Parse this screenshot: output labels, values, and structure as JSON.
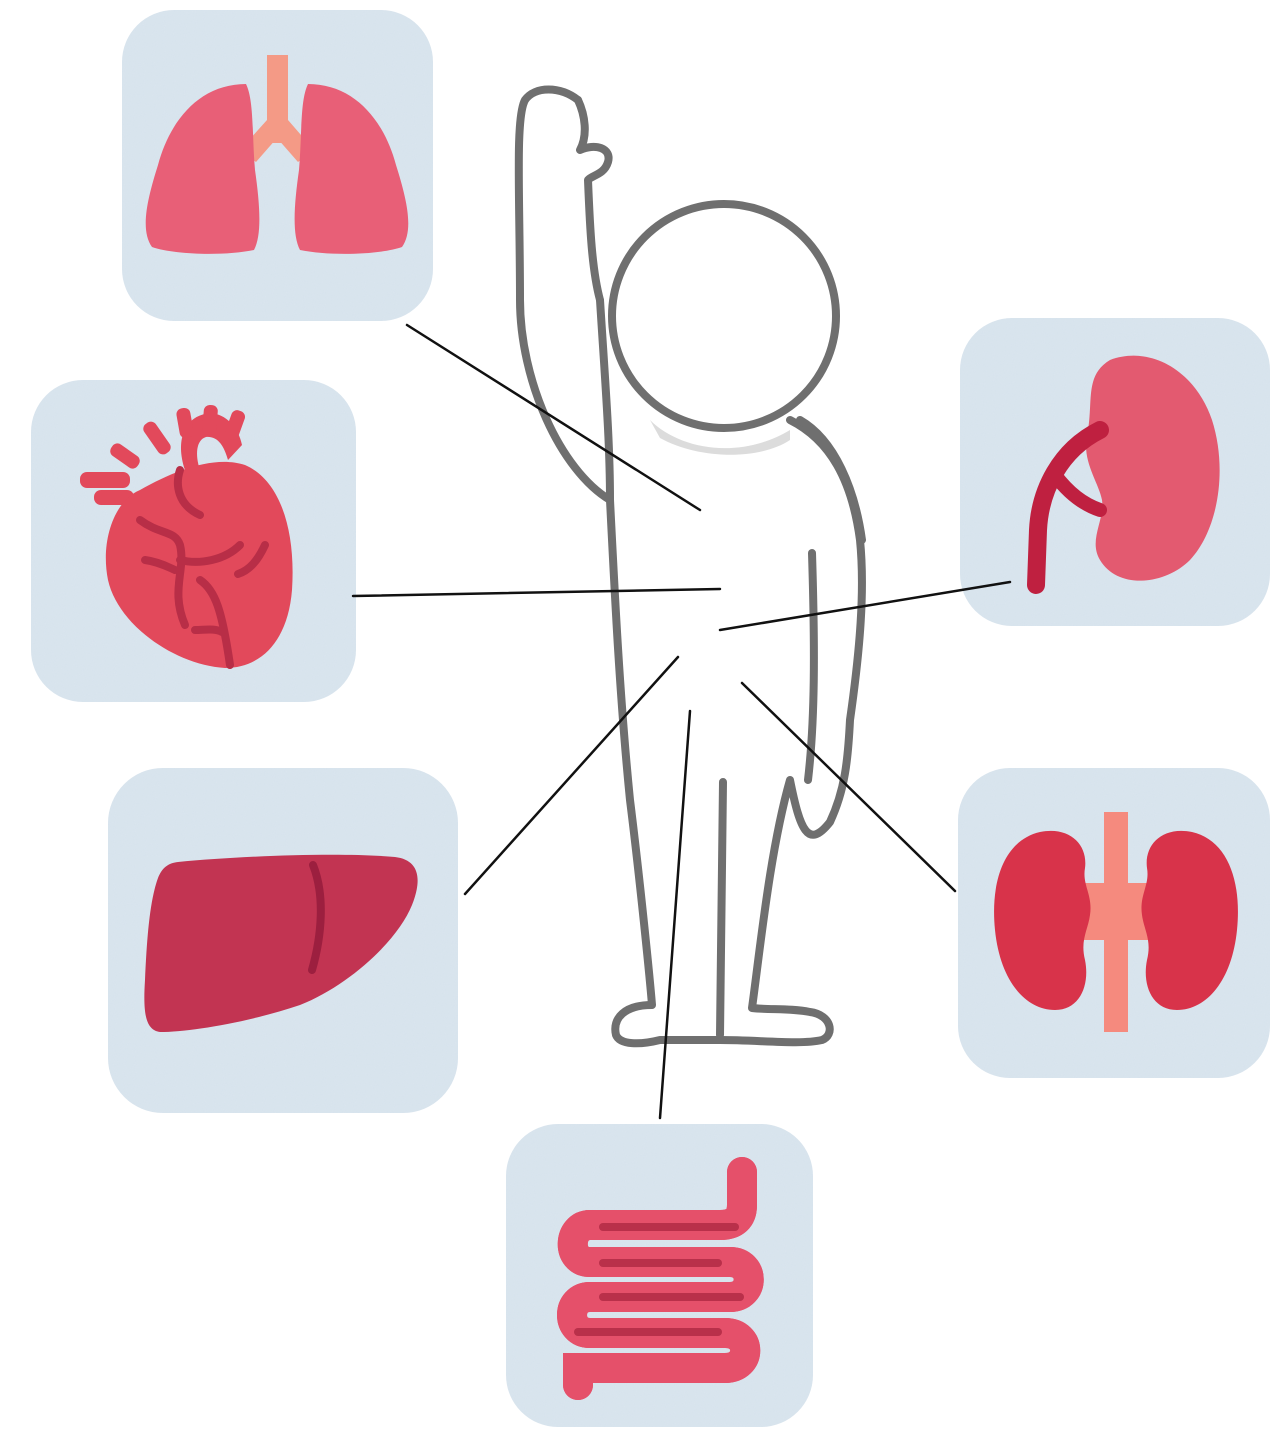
{
  "diagram": {
    "figure": {
      "name": "person-raising-arm",
      "outline_color": "#6f6f6f",
      "shadow_color": "#dcdcdc"
    },
    "tile_color": "#d6e2ec",
    "connector_color": "#111111",
    "organs": [
      {
        "id": "lungs",
        "icon": "lungs-icon",
        "color": "#e85f77",
        "accent": "#f49a86"
      },
      {
        "id": "heart",
        "icon": "heart-icon",
        "color": "#e2495b",
        "accent": "#b82e47"
      },
      {
        "id": "liver",
        "icon": "liver-icon",
        "color": "#c23452",
        "accent": "#9c1f3f"
      },
      {
        "id": "intestine",
        "icon": "intestine-icon",
        "color": "#e5506a",
        "accent": "#b9304a"
      },
      {
        "id": "kidney-single",
        "icon": "kidney-icon",
        "color": "#e35a70",
        "accent": "#bf2040"
      },
      {
        "id": "kidneys-pair",
        "icon": "kidneys-icon",
        "color": "#d8334a",
        "accent": "#f58a7e"
      }
    ]
  }
}
